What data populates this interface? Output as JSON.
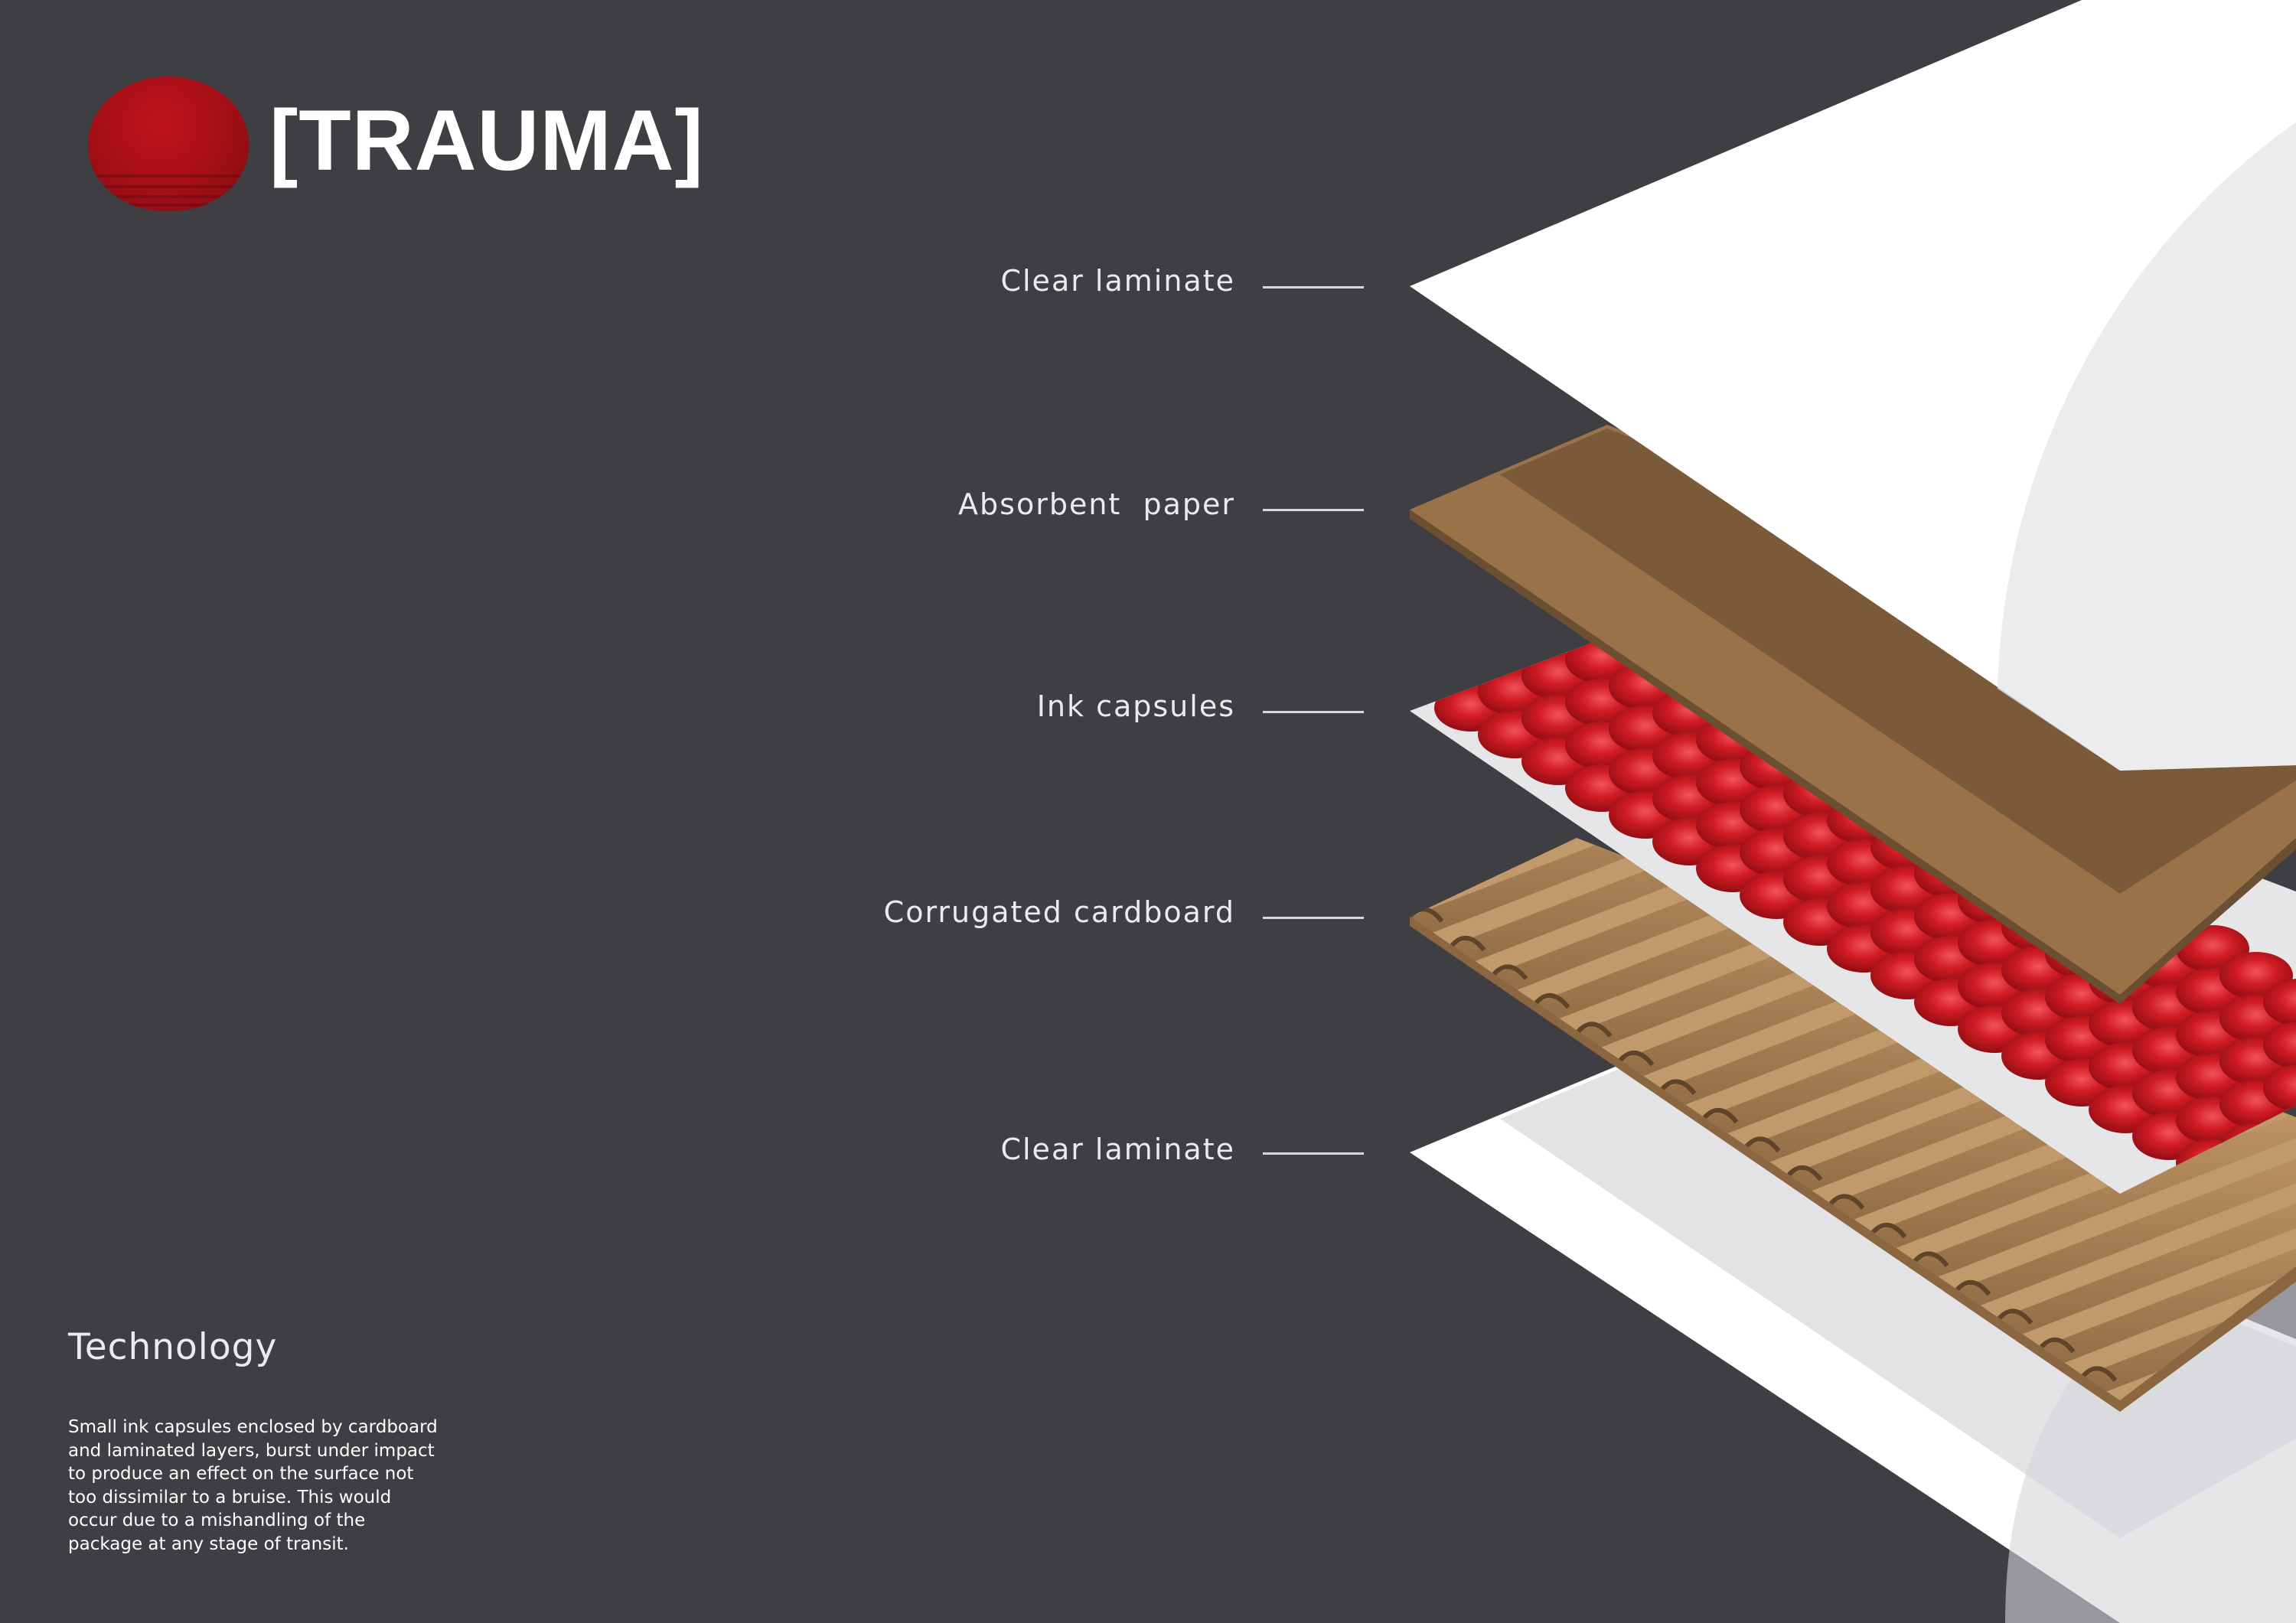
{
  "brand": {
    "name": "[TRAUMA]"
  },
  "layers": [
    {
      "label": "Clear laminate"
    },
    {
      "label": "Absorbent  paper"
    },
    {
      "label": "Ink capsules"
    },
    {
      "label": "Corrugated cardboard"
    },
    {
      "label": "Clear laminate"
    }
  ],
  "section": {
    "title": "Technology",
    "body_lines": [
      "Small ink capsules enclosed by cardboard",
      "and laminated layers, burst under impact",
      "to produce an effect on the surface not",
      "too dissimilar to a bruise. This would",
      "occur due to a mishandling of the",
      "package at any stage of transit."
    ]
  },
  "colors": {
    "background": "#3f3e42",
    "brand_red": "#b01119",
    "laminate": "#ffffff",
    "paper": "#9a7248",
    "paper_edge": "#7a5a39",
    "capsule_red": "#c8141c",
    "cardboard": "#c19a6b"
  }
}
